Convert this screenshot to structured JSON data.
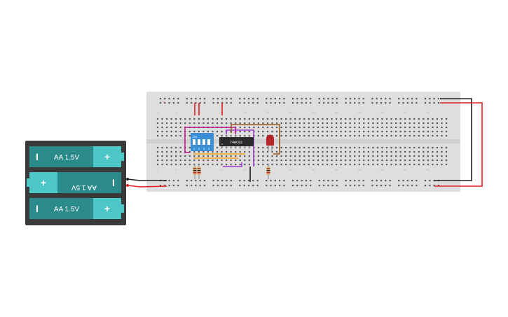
{
  "battery_pack": {
    "cells": [
      {
        "label": "AA 1.5V",
        "positive_sign": "+",
        "negative_sign": "I"
      },
      {
        "label": "AA 1.5V",
        "positive_sign": "+",
        "negative_sign": "I"
      },
      {
        "label": "AA 1.5V",
        "positive_sign": "+",
        "negative_sign": "I"
      }
    ]
  },
  "chip": {
    "label": "74HC02"
  },
  "dip_switch": {
    "on_label": "ON",
    "positions": [
      "1",
      "2",
      "3",
      "4"
    ]
  },
  "breadboard": {
    "column_numbers": [
      "1",
      "5",
      "10",
      "15",
      "20",
      "25",
      "30",
      "35",
      "40",
      "45",
      "50",
      "55",
      "60"
    ],
    "rail_sign": "+"
  },
  "colors": {
    "wire_red": "#e02020",
    "wire_black": "#202020",
    "wire_orange": "#f0a020",
    "wire_purple": "#9a3ad0",
    "wire_magenta": "#c2188f",
    "wire_brown": "#9a5a20",
    "battery_cell": "#2b8b8b",
    "battery_terminal": "#4cc6c6",
    "led": "#b8262a",
    "dip_switch": "#3a8fd6"
  }
}
